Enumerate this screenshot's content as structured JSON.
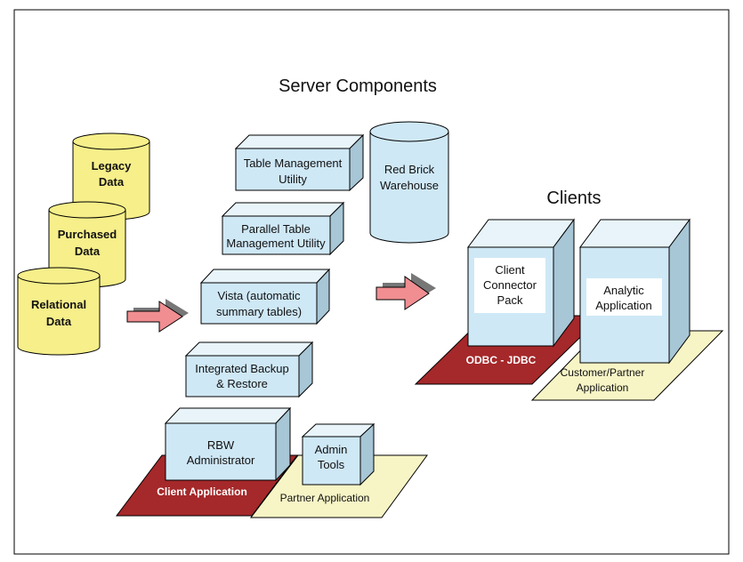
{
  "header": {
    "server_title": "Server Components",
    "clients_title": "Clients"
  },
  "sources": [
    {
      "line1": "Legacy",
      "line2": "Data"
    },
    {
      "line1": "Purchased",
      "line2": "Data"
    },
    {
      "line1": "Relational",
      "line2": "Data"
    }
  ],
  "server": {
    "table_mgmt": {
      "line1": "Table Management",
      "line2": "Utility"
    },
    "parallel": {
      "line1": "Parallel Table",
      "line2": "Management Utility"
    },
    "vista": {
      "line1": "Vista (automatic",
      "line2": "summary tables)"
    },
    "backup": {
      "line1": "Integrated Backup",
      "line2": "& Restore"
    },
    "warehouse": {
      "line1": "Red Brick",
      "line2": "Warehouse"
    },
    "rbw_admin": {
      "line1": "RBW",
      "line2": "Administrator"
    },
    "admin_tools": {
      "line1": "Admin",
      "line2": "Tools"
    },
    "client_app_label": "Client Application",
    "partner_app_label": "Partner Application"
  },
  "clients": {
    "connector": {
      "line1": "Client",
      "line2": "Connector",
      "line3": "Pack"
    },
    "analytic": {
      "line1": "Analytic",
      "line2": "Application"
    },
    "odbc_label": "ODBC - JDBC",
    "customer_partner": {
      "line1": "Customer/Partner",
      "line2": "Application"
    }
  },
  "colors": {
    "box_face": "#cfe8f6",
    "box_side": "#a7c6d6",
    "cylinder_yellow": "#f6ef8a",
    "platform_red": "#a5282a",
    "platform_cream": "#f7f5c6",
    "arrow_pink": "#f08e92"
  }
}
